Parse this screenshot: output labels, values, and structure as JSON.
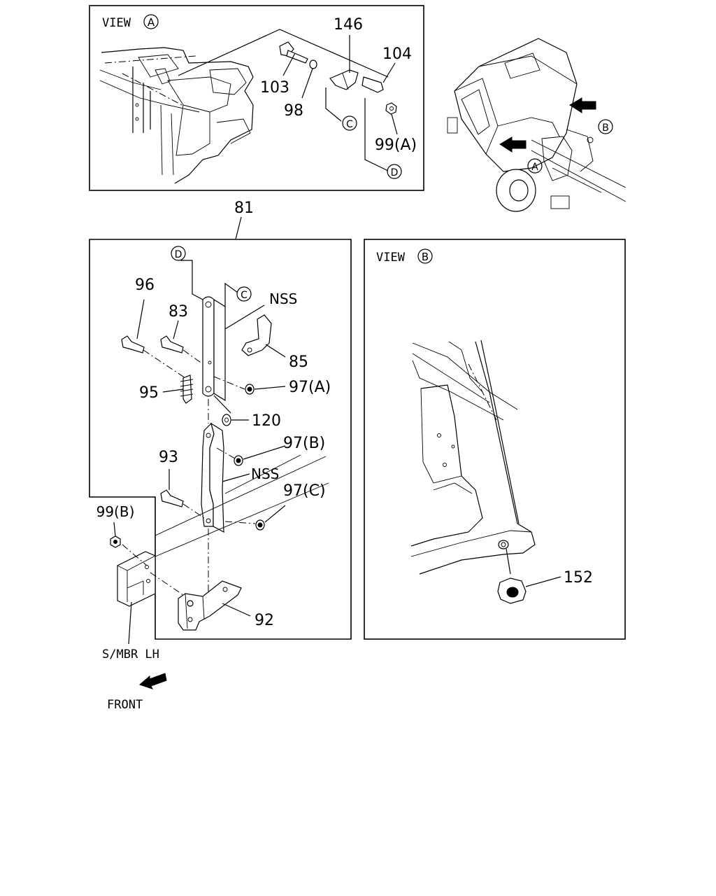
{
  "views": {
    "a": {
      "title": "VIEW",
      "letter": "A"
    },
    "b": {
      "title": "VIEW",
      "letter": "B"
    }
  },
  "cab_markers": {
    "a": "A",
    "b": "B"
  },
  "refs": {
    "c": "C",
    "d": "D"
  },
  "callouts": {
    "p146": "146",
    "p104": "104",
    "p103": "103",
    "p98": "98",
    "p99a": "99(A)",
    "p81": "81",
    "p96": "96",
    "p83": "83",
    "p85": "85",
    "nss1": "NSS",
    "p95": "95",
    "p97a": "97(A)",
    "p120": "120",
    "p97b": "97(B)",
    "p93": "93",
    "nss2": "NSS",
    "p97c": "97(C)",
    "p99b": "99(B)",
    "p92": "92",
    "p152": "152"
  },
  "labels": {
    "smbr": "S/MBR LH",
    "front": "FRONT"
  }
}
